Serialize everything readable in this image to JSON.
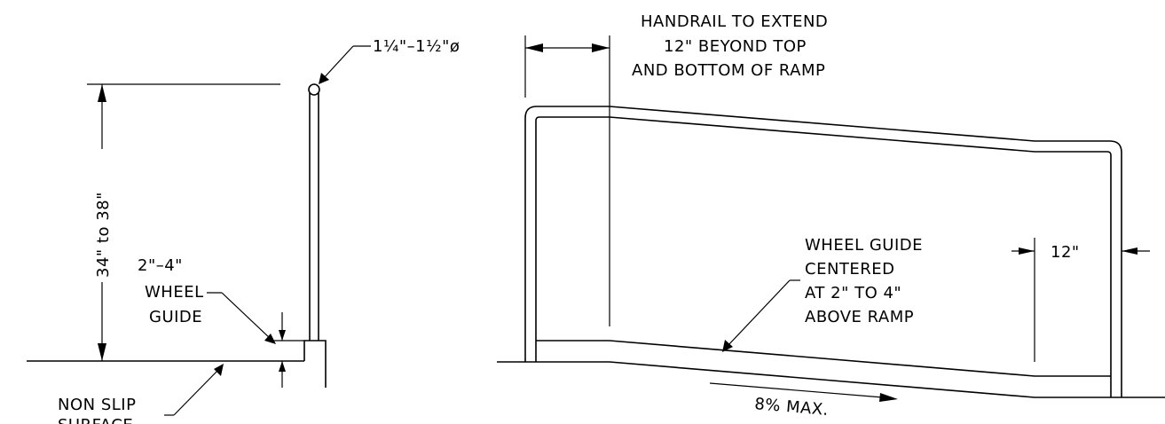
{
  "side_section": {
    "rail_diameter": "1¼\"–1½\"ø",
    "rail_height": "34\" to 38\"",
    "wheel_guide_height": "2\"–4\"",
    "wheel_guide_word1": "WHEEL",
    "wheel_guide_word2": "GUIDE",
    "surface_line1": "NON SLIP",
    "surface_line2": "SURFACE"
  },
  "elevation": {
    "extend_line1": "HANDRAIL TO EXTEND",
    "extend_line2": "12\" BEYOND TOP",
    "extend_line3": "AND BOTTOM OF RAMP",
    "bottom_extension": "12\"",
    "guide_line1": "WHEEL GUIDE",
    "guide_line2": "CENTERED",
    "guide_line3": "AT 2\" TO 4\"",
    "guide_line4": "ABOVE RAMP",
    "slope": "8% MAX."
  }
}
